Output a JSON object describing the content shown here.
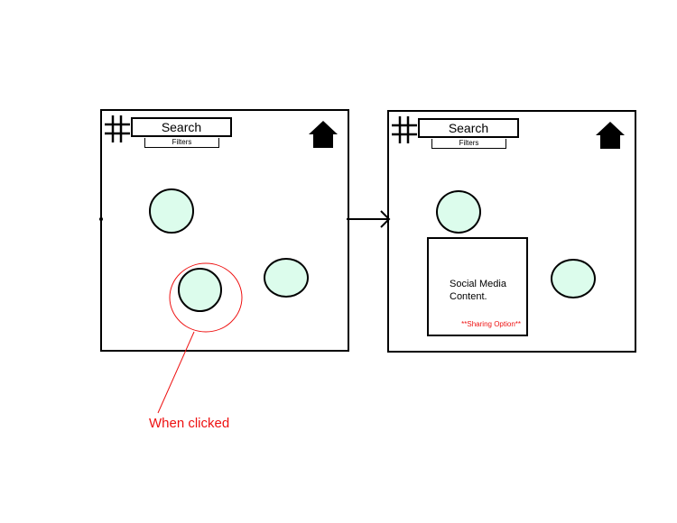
{
  "colors": {
    "bubble_fill": "#dcfcec",
    "annotation": "#ee1111",
    "outline": "#000000"
  },
  "screen_before": {
    "search_label": "Search",
    "filters_label": "Filters",
    "icons": [
      "hash-icon",
      "home-icon"
    ]
  },
  "screen_after": {
    "search_label": "Search",
    "filters_label": "Filters",
    "icons": [
      "hash-icon",
      "home-icon"
    ],
    "content_text": "Social Media Content.",
    "sharing_label": "**Sharing Option**"
  },
  "annotation": {
    "note": "When clicked"
  }
}
